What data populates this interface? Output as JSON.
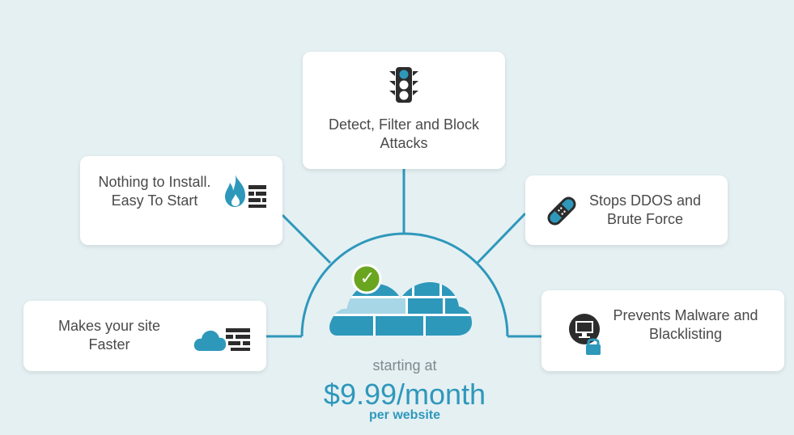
{
  "colors": {
    "background": "#e5f0f3",
    "accent": "#2e98bb",
    "light_accent": "#a7d6e6",
    "icon_dark": "#2c2c2c",
    "check_green": "#6aa51f",
    "text": "#4a4a4a",
    "muted_text": "#7d8a8e"
  },
  "features": {
    "detect": {
      "label": "Detect, Filter and Block Attacks",
      "icon": "traffic-light-icon"
    },
    "install": {
      "label": "Nothing to Install. Easy To Start",
      "icon": "fire-wall-icon"
    },
    "ddos": {
      "label": "Stops DDOS and Brute Force",
      "icon": "bandage-icon"
    },
    "faster": {
      "label": "Makes your site Faster",
      "icon": "cloud-wall-icon"
    },
    "malware": {
      "label": "Prevents Malware and Blacklisting",
      "icon": "monitor-lock-icon"
    }
  },
  "center": {
    "icon": "cloud-firewall-check-icon",
    "check_glyph": "✓"
  },
  "pricing": {
    "starting_text": "starting at",
    "price": "$9.99/month",
    "per_text": "per website"
  }
}
